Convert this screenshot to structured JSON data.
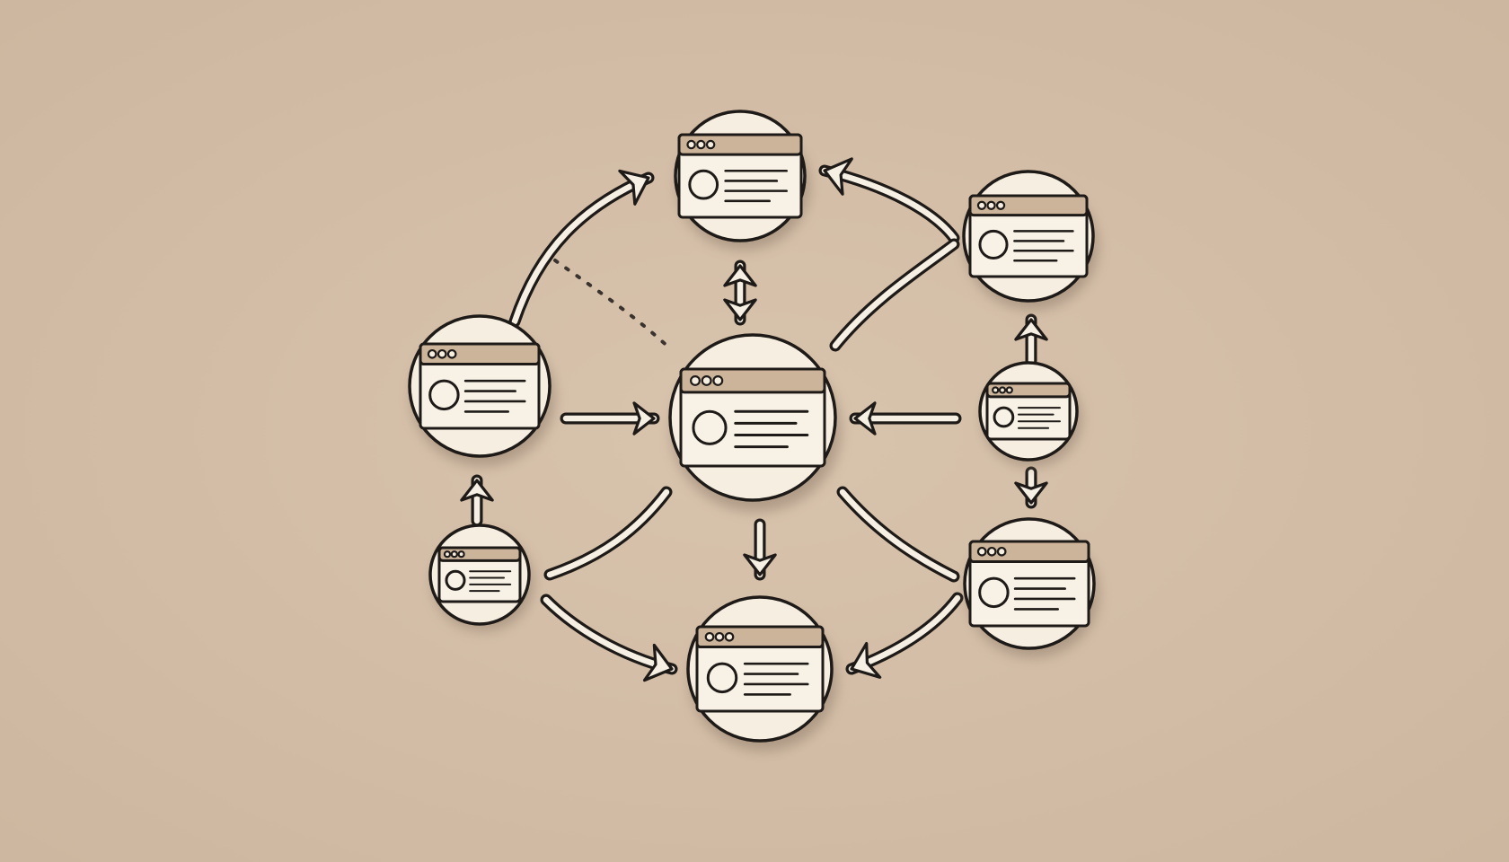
{
  "colors": {
    "background": "#d8c3ad",
    "background_edge": "#cdb69f",
    "node_fill": "#f5eee1",
    "window_fill": "#f8f2e6",
    "titlebar_fill": "#cbb49a",
    "ink": "#1e1a17",
    "arrow_fill": "#f6efe3",
    "shadow": "#8f7c69"
  },
  "icons": {
    "node": "browser-window-icon",
    "connector": "arrow-icon",
    "dotted_link": "dotted-connector"
  },
  "nodes": [
    {
      "id": "top",
      "name": "node-top"
    },
    {
      "id": "center",
      "name": "node-center"
    },
    {
      "id": "bottom",
      "name": "node-bottom"
    },
    {
      "id": "left",
      "name": "node-left"
    },
    {
      "id": "left_small",
      "name": "node-left-small"
    },
    {
      "id": "right_top",
      "name": "node-right-top"
    },
    {
      "id": "right_mid",
      "name": "node-right-middle"
    },
    {
      "id": "right_bottom",
      "name": "node-right-bottom"
    }
  ],
  "links": [
    {
      "from": "left",
      "to": "top",
      "name": "arrow-left-to-top"
    },
    {
      "from": "right_top",
      "to": "top",
      "name": "arrow-right-top-to-top"
    },
    {
      "from": "right_top",
      "to": "center",
      "name": "arrow-right-top-to-center"
    },
    {
      "from": "center",
      "to": "top",
      "name": "arrow-center-top-double"
    },
    {
      "from": "left",
      "to": "center",
      "name": "arrow-left-to-center"
    },
    {
      "from": "right_mid",
      "to": "center",
      "name": "arrow-right-middle-to-center"
    },
    {
      "from": "center",
      "to": "bottom",
      "name": "arrow-center-to-bottom"
    },
    {
      "from": "center",
      "to": "left_small",
      "name": "arrow-center-to-left-small"
    },
    {
      "from": "center",
      "to": "right_bottom",
      "name": "arrow-center-to-right-bottom"
    },
    {
      "from": "left_small",
      "to": "bottom",
      "name": "arrow-left-small-to-bottom"
    },
    {
      "from": "right_bottom",
      "to": "bottom",
      "name": "arrow-right-bottom-to-bottom"
    },
    {
      "from": "left_small",
      "to": "left",
      "name": "arrow-left-small-to-left"
    },
    {
      "from": "right_mid",
      "to": "right_top",
      "name": "arrow-right-middle-to-right-top"
    },
    {
      "from": "right_mid",
      "to": "right_bottom",
      "name": "arrow-right-middle-to-right-bottom"
    },
    {
      "from": "left",
      "to": "center",
      "name": "dotted-link-left-to-center",
      "style": "dotted"
    }
  ]
}
